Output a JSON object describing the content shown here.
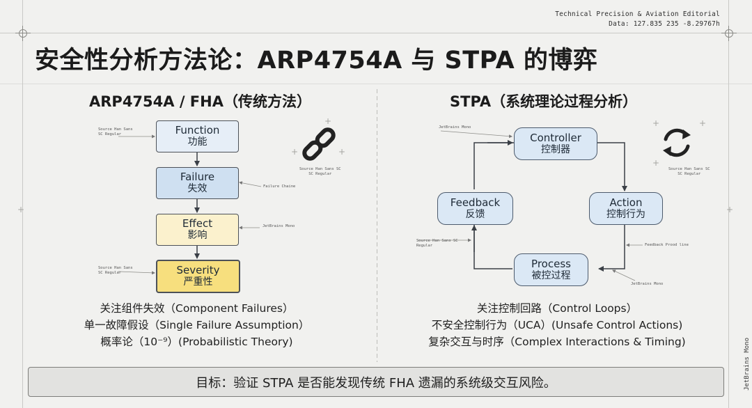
{
  "header": {
    "line1": "Technical Precision & Aviation Editorial",
    "line2": "Data: 127.835 235 -8.29767h"
  },
  "title": "安全性分析方法论：ARP4754A 与 STPA 的博弈",
  "left": {
    "title": "ARP4754A / FHA（传统方法）",
    "boxes": [
      {
        "en": "Function",
        "zh": "功能"
      },
      {
        "en": "Failure",
        "zh": "失效"
      },
      {
        "en": "Effect",
        "zh": "影响"
      },
      {
        "en": "Severity",
        "zh": "严重性"
      }
    ],
    "annotations": {
      "font_top": "Source Han Sans\nSC Regular",
      "failure_chain": "Failure Chaine",
      "jetbrains": "JetBrains Mono",
      "font_bottom": "Source Han Sans\nSC Regular",
      "icon_font": "Source Han Sans SC\nSC Regular"
    },
    "bullets": [
      "关注组件失效（Component Failures）",
      "单一故障假设（Single Failure Assumption）",
      "概率论（10⁻⁹）(Probabilistic Theory)"
    ]
  },
  "right": {
    "title": "STPA（系统理论过程分析）",
    "nodes": {
      "controller": {
        "en": "Controller",
        "zh": "控制器"
      },
      "action": {
        "en": "Action",
        "zh": "控制行为"
      },
      "process": {
        "en": "Process",
        "zh": "被控过程"
      },
      "feedback": {
        "en": "Feedback",
        "zh": "反馈"
      }
    },
    "annotations": {
      "jetbrains_top": "JetBrains Mono",
      "font_left": "Source Han Sans SC\nRegular",
      "feedback_line": "Feedback Prood line",
      "jetbrains_bottom": "JetBrains Mono",
      "icon_font": "Source Han Sans SC\nSC Regular"
    },
    "bullets": [
      "关注控制回路（Control Loops）",
      "不安全控制行为（UCA）(Unsafe Control Actions)",
      "复杂交互与时序（Complex Interactions & Timing)"
    ]
  },
  "goal": "目标：验证 STPA 是否能发现传统 FHA 遗漏的系统级交互风险。",
  "side_label": "JetBrains Mono",
  "icons": [
    "link-icon",
    "cycle-icon"
  ]
}
